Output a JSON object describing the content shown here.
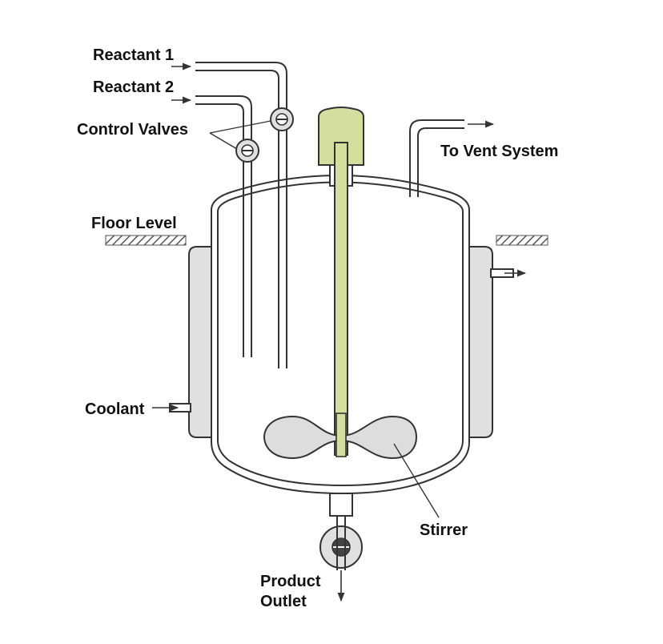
{
  "labels": {
    "reactant1": "Reactant 1",
    "reactant2": "Reactant 2",
    "control_valves": "Control Valves",
    "to_vent_system": "To Vent System",
    "floor_level": "Floor Level",
    "coolant": "Coolant",
    "stirrer": "Stirrer",
    "product_outlet_line1": "Product",
    "product_outlet_line2": "Outlet"
  },
  "colors": {
    "line": "#333333",
    "vessel_fill": "#ffffff",
    "jacket_fill": "#e0e0e0",
    "stirrer_fill": "#d4de9e",
    "stirrer_stroke": "#5a6a2a",
    "impeller_fill": "#dddddd",
    "floor_hatch": "#555555",
    "label": "#111111"
  }
}
